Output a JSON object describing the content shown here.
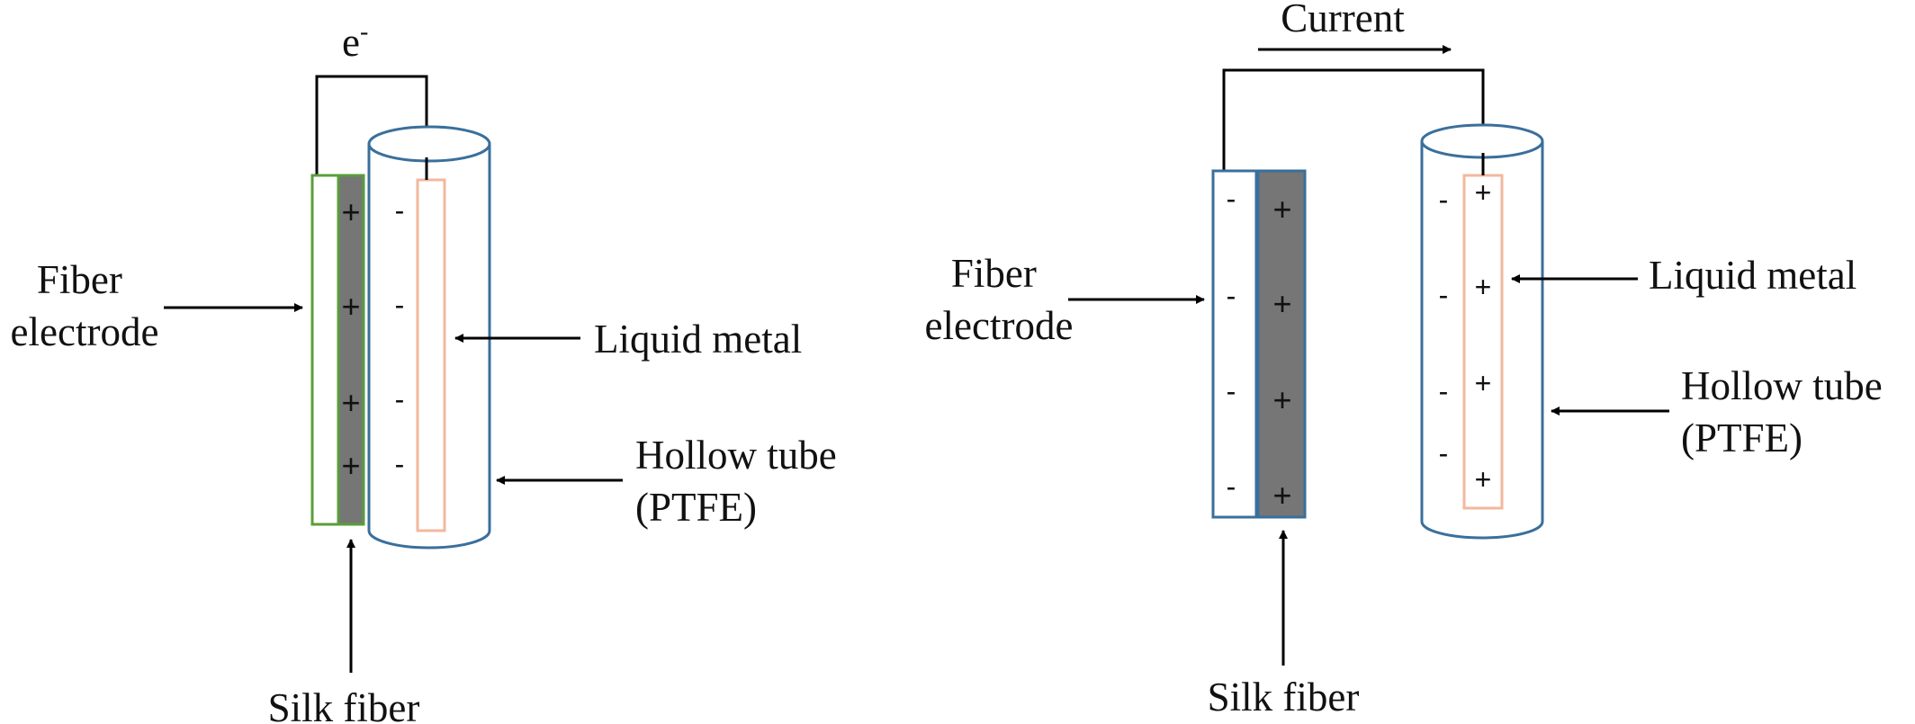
{
  "left_panel": {
    "carrier_label": "e",
    "carrier_superscript": "-",
    "fiber_electrode_label": [
      "Fiber",
      "electrode"
    ],
    "silk_fiber_label": "Silk fiber",
    "liquid_metal_label": "Liquid metal",
    "hollow_tube_label": [
      "Hollow tube",
      "(PTFE)"
    ],
    "silk_signs": [
      "+",
      "+",
      "+",
      "+"
    ],
    "tube_signs": [
      "-",
      "-",
      "-",
      "-"
    ]
  },
  "right_panel": {
    "current_label": "Current",
    "fiber_electrode_label": [
      "Fiber",
      "electrode"
    ],
    "silk_fiber_label": "Silk fiber",
    "liquid_metal_label": "Liquid metal",
    "hollow_tube_label": [
      "Hollow tube",
      "(PTFE)"
    ],
    "electrode_signs": [
      "-",
      "-",
      "-",
      "-"
    ],
    "silk_signs": [
      "+",
      "+",
      "+",
      "+"
    ],
    "tube_signs": [
      "-",
      "-",
      "-",
      "-"
    ],
    "metal_signs": [
      "+",
      "+",
      "+",
      "+"
    ]
  },
  "colors": {
    "electrode_green": "#5a9e3a",
    "silk_gray": "#767676",
    "tube_blue": "#3a6f9c",
    "metal_peach": "#f2b89d",
    "line_black": "#000000"
  }
}
